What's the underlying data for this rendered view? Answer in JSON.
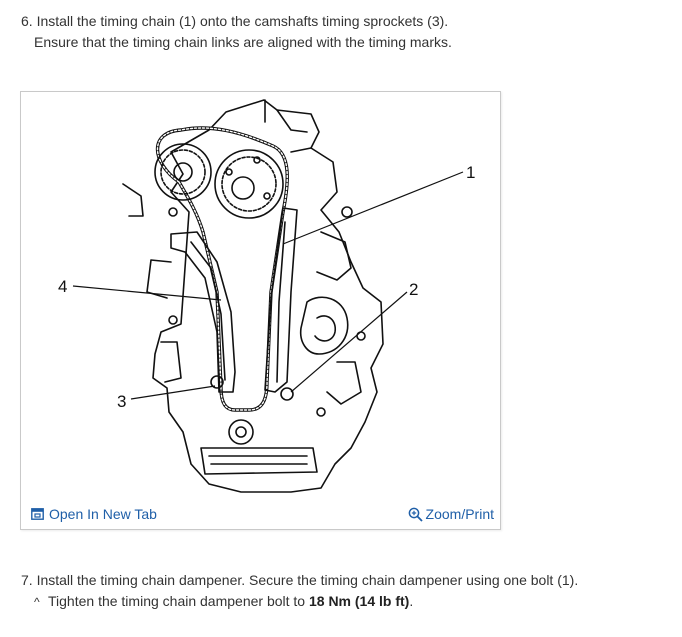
{
  "step6": {
    "line1": "6. Install the timing chain (1) onto the camshafts timing sprockets (3).",
    "line2": "Ensure that the timing chain links are aligned with the timing marks."
  },
  "figure": {
    "callouts": {
      "c1": "1",
      "c2": "2",
      "c3": "3",
      "c4": "4"
    },
    "open_tab_label": "Open In New Tab",
    "zoom_label": "Zoom/Print",
    "link_color": "#1f5fa8",
    "icons": {
      "open_tab": "open-new-tab-icon",
      "zoom": "zoom-icon"
    }
  },
  "step7": {
    "line1": "7. Install the timing chain dampener. Secure the timing chain dampener using one bolt (1).",
    "sub_bullet": "^",
    "sub_text": "Tighten the timing chain dampener bolt to",
    "sub_bold": "18 Nm (14 lb ft)",
    "sub_end": "."
  }
}
